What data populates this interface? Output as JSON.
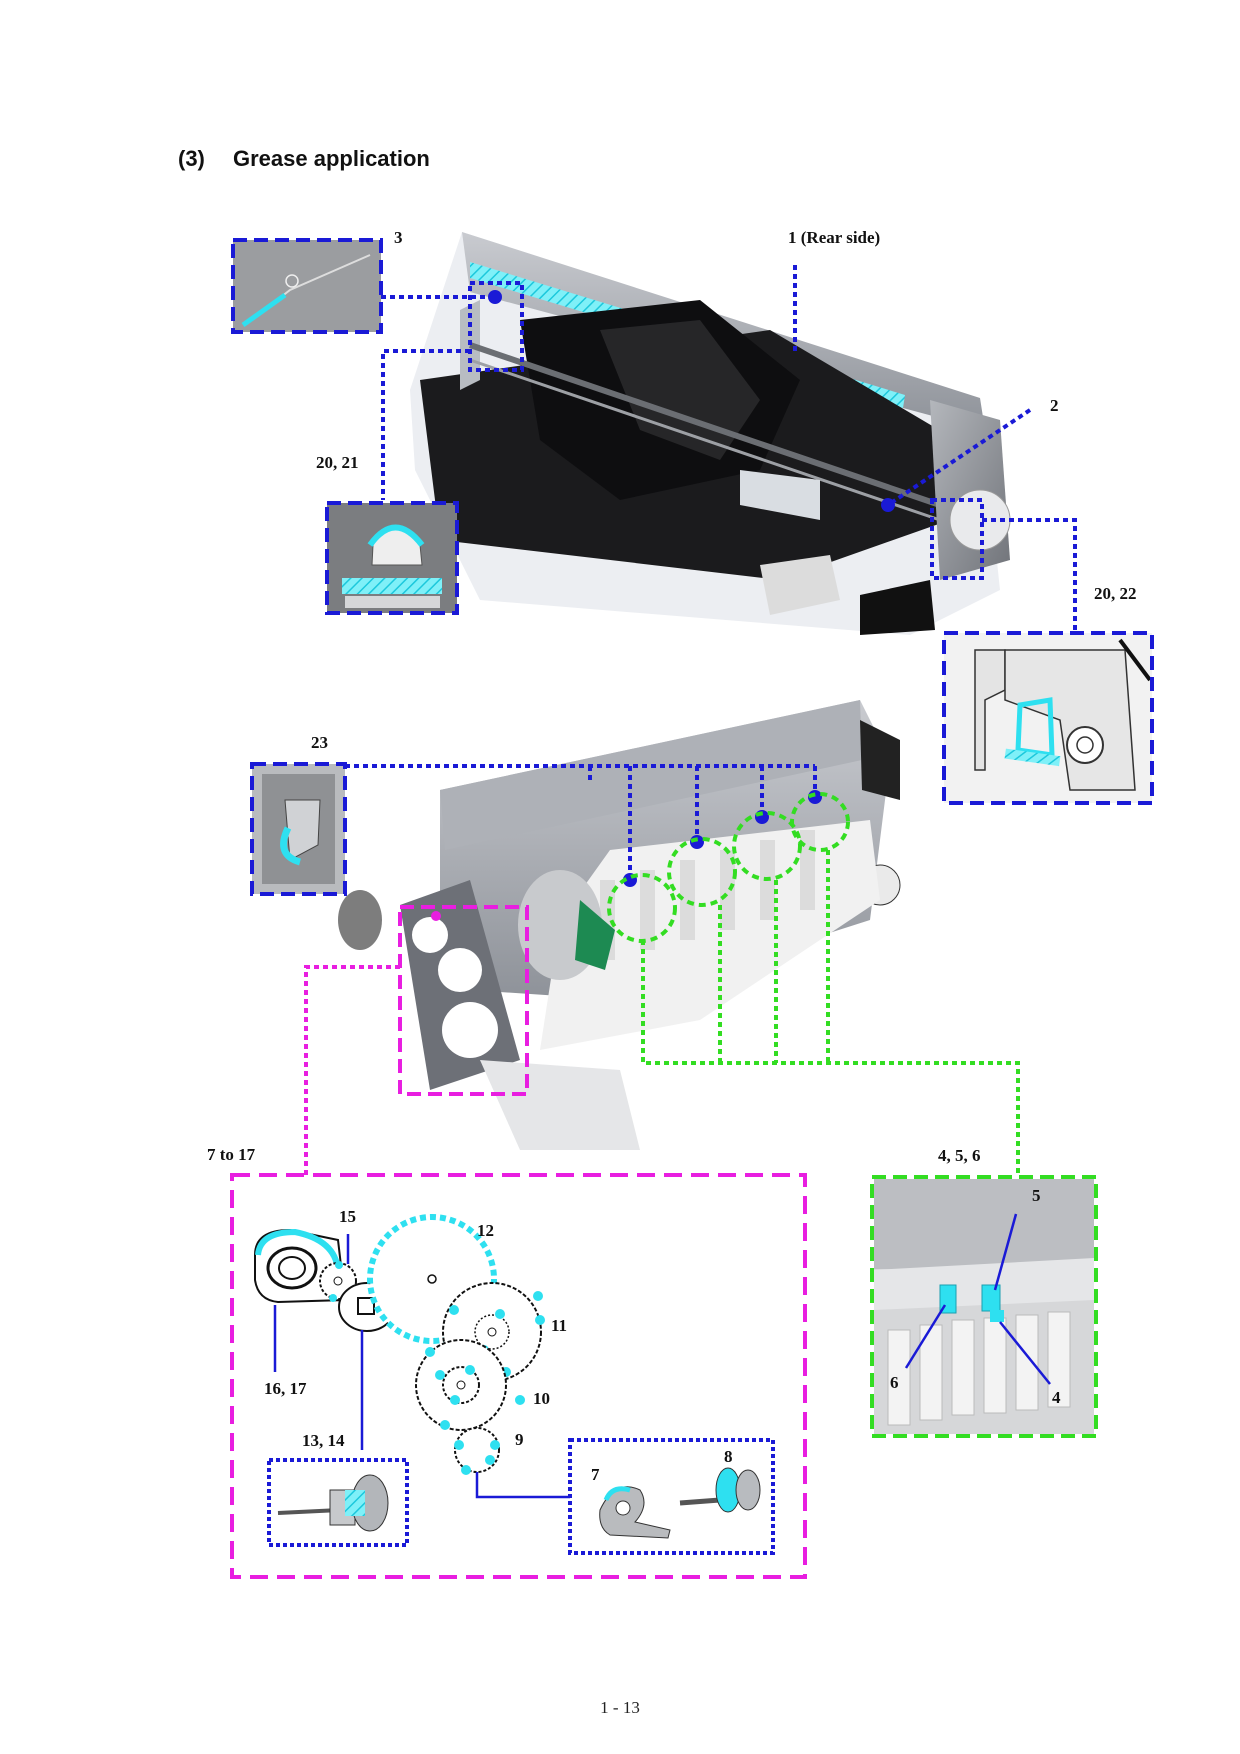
{
  "heading": {
    "number": "(3)",
    "title": "Grease application"
  },
  "callouts": {
    "c3": "3",
    "c1": "1 (Rear side)",
    "c2": "2",
    "c20_21": "20, 21",
    "c20_22": "20, 22",
    "c23": "23",
    "c7_17": "7 to 17",
    "c4_5_6": "4, 5, 6"
  },
  "gear_labels": {
    "g15": "15",
    "g12": "12",
    "g11": "11",
    "g16_17": "16, 17",
    "g13_14": "13, 14",
    "g10": "10",
    "g9": "9",
    "g7": "7",
    "g8": "8"
  },
  "detail_labels": {
    "d5": "5",
    "d6": "6",
    "d4": "4"
  },
  "page_number": "1 - 13",
  "colors": {
    "blue_callout": "#1a1ad6",
    "magenta_callout": "#e81ee0",
    "green_callout": "#33dd22",
    "grease": "#2ee0f0"
  }
}
